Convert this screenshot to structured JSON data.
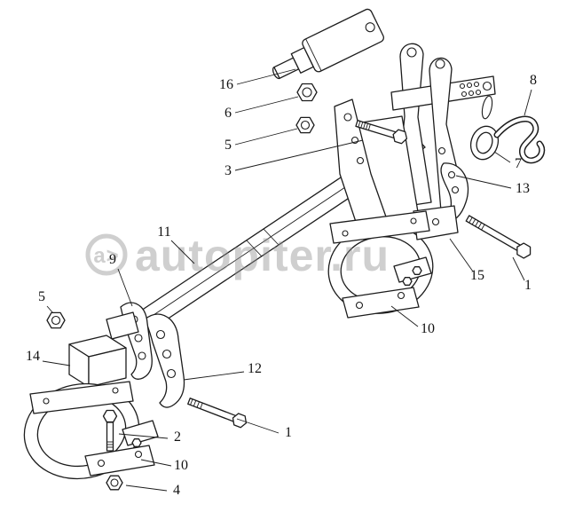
{
  "page": {
    "background": "#ffffff"
  },
  "watermark": {
    "logo_text": "a>",
    "site_text": "autopiter.ru",
    "color": "#8f8f8f"
  },
  "callouts": [
    {
      "label": "16"
    },
    {
      "label": "6"
    },
    {
      "label": "5"
    },
    {
      "label": "3"
    },
    {
      "label": "8"
    },
    {
      "label": "7"
    },
    {
      "label": "13"
    },
    {
      "label": "1"
    },
    {
      "label": "15"
    },
    {
      "label": "10"
    },
    {
      "label": "11"
    },
    {
      "label": "9"
    },
    {
      "label": "5"
    },
    {
      "label": "14"
    },
    {
      "label": "12"
    },
    {
      "label": "2"
    },
    {
      "label": "1"
    },
    {
      "label": "10"
    },
    {
      "label": "4"
    }
  ]
}
